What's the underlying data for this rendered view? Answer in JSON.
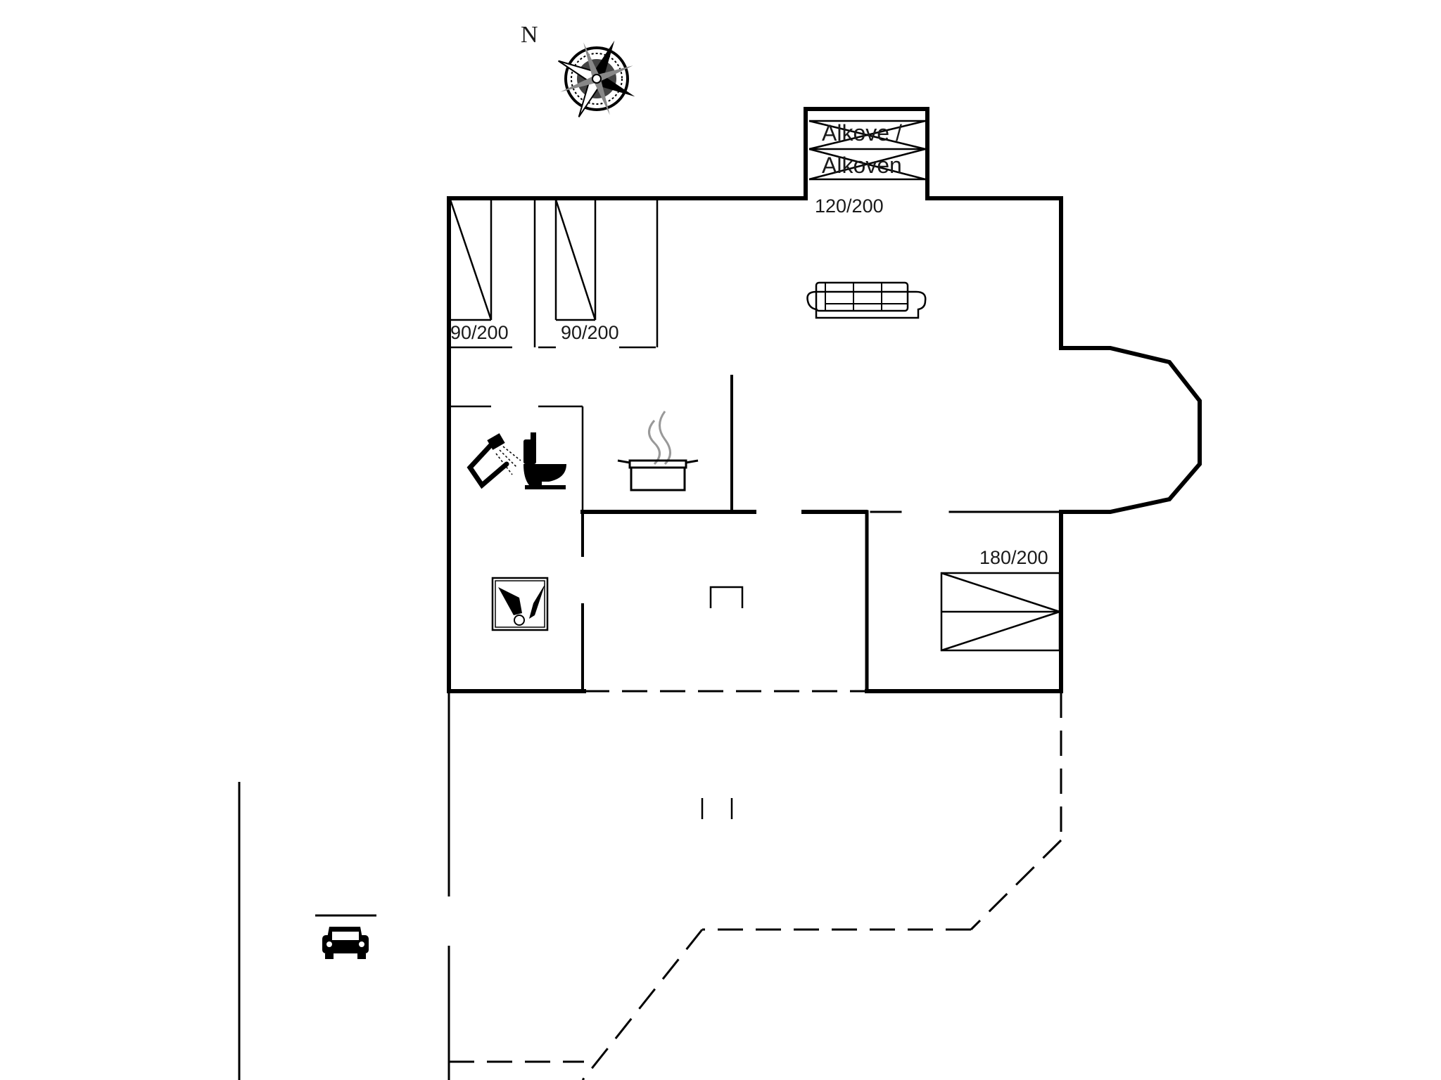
{
  "compass": {
    "north_label": "N"
  },
  "labels": {
    "alcove_line1": "Alkove /",
    "alcove_line2": "Alkoven",
    "alcove_bed_size": "120/200",
    "bed1_size": "90/200",
    "bed2_size": "90/200",
    "bed3_size": "180/200"
  },
  "icons": [
    "compass-rose-icon",
    "sofa-icon",
    "shower-icon",
    "toilet-icon",
    "cooking-pot-icon",
    "washing-machine-icon",
    "car-icon"
  ]
}
